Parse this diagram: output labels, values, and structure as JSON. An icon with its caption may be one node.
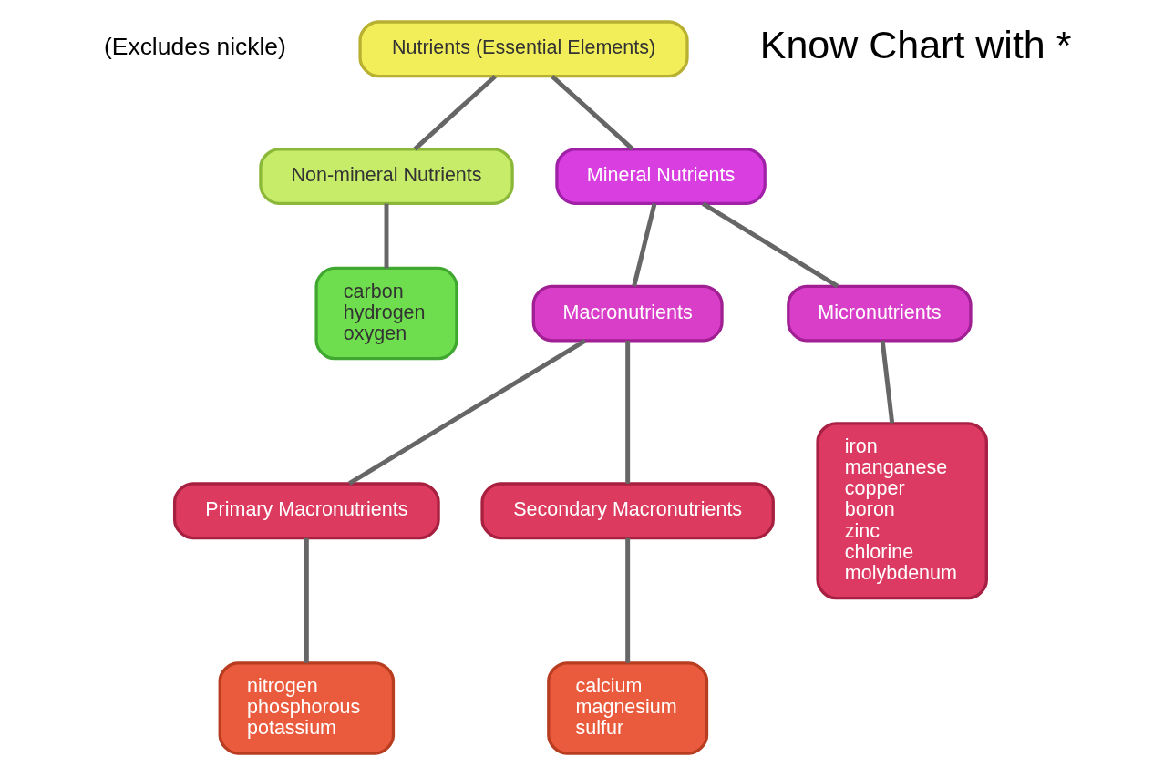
{
  "diagram": {
    "nodes": [
      {
        "text": [
          "Nutrients (Essential Elements)"
        ]
      },
      {
        "text": [
          "Non-mineral Nutrients"
        ]
      },
      {
        "text": [
          "Mineral Nutrients"
        ]
      },
      {
        "text": [
          "carbon",
          "hydrogen",
          "oxygen"
        ]
      },
      {
        "text": [
          "Macronutrients"
        ]
      },
      {
        "text": [
          "Micronutrients"
        ]
      },
      {
        "text": [
          "Primary Macronutrients"
        ]
      },
      {
        "text": [
          "Secondary Macronutrients"
        ]
      },
      {
        "text": [
          "iron",
          "manganese",
          "copper",
          "boron",
          "zinc",
          "chlorine",
          "molybdenum"
        ]
      },
      {
        "text": [
          "nitrogen",
          "phosphorous",
          "potassium"
        ]
      },
      {
        "text": [
          "calcium",
          "magnesium",
          "sulfur"
        ]
      }
    ],
    "edges": [
      {
        "from": 0,
        "to": 1,
        "arrow": "none"
      },
      {
        "from": 0,
        "to": 2,
        "arrow": "none"
      },
      {
        "from": 1,
        "to": 3,
        "arrow": "none"
      },
      {
        "from": 2,
        "to": 4,
        "arrow": "none"
      },
      {
        "from": 2,
        "to": 5,
        "arrow": "none"
      },
      {
        "from": 4,
        "to": 6,
        "arrow": "none"
      },
      {
        "from": 4,
        "to": 7,
        "arrow": "none"
      },
      {
        "from": 5,
        "to": 8,
        "arrow": "none"
      },
      {
        "from": 6,
        "to": 9,
        "arrow": "none"
      },
      {
        "from": 7,
        "to": 10,
        "arrow": "none"
      }
    ],
    "labels": [
      "(Excludes nickle)",
      "Know Chart with *"
    ]
  }
}
